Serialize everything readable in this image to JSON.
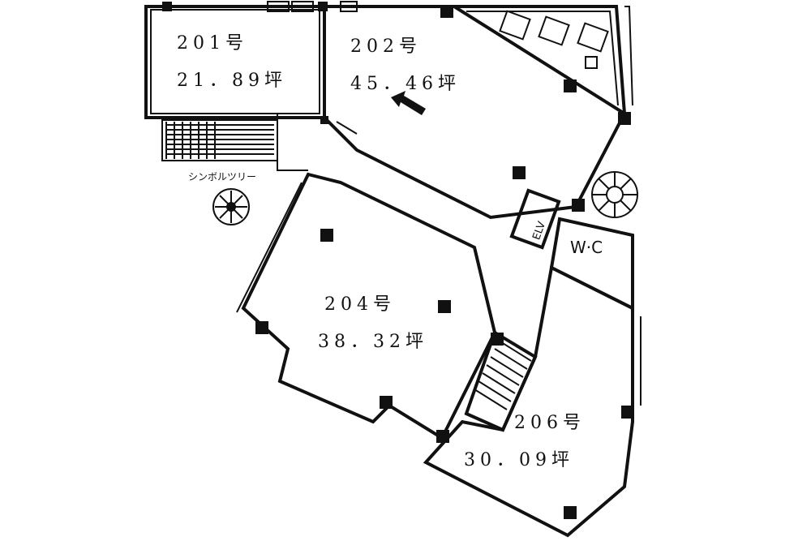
{
  "units": [
    {
      "number": "201号",
      "area": "21．89坪"
    },
    {
      "number": "202号",
      "area": "45．46坪"
    },
    {
      "number": "204号",
      "area": "38．32坪"
    },
    {
      "number": "206号",
      "area": "30．09坪"
    }
  ],
  "facilities": {
    "elevator": "ELV",
    "toilet": "W·C",
    "tree_caption": "シンボルツリー"
  }
}
